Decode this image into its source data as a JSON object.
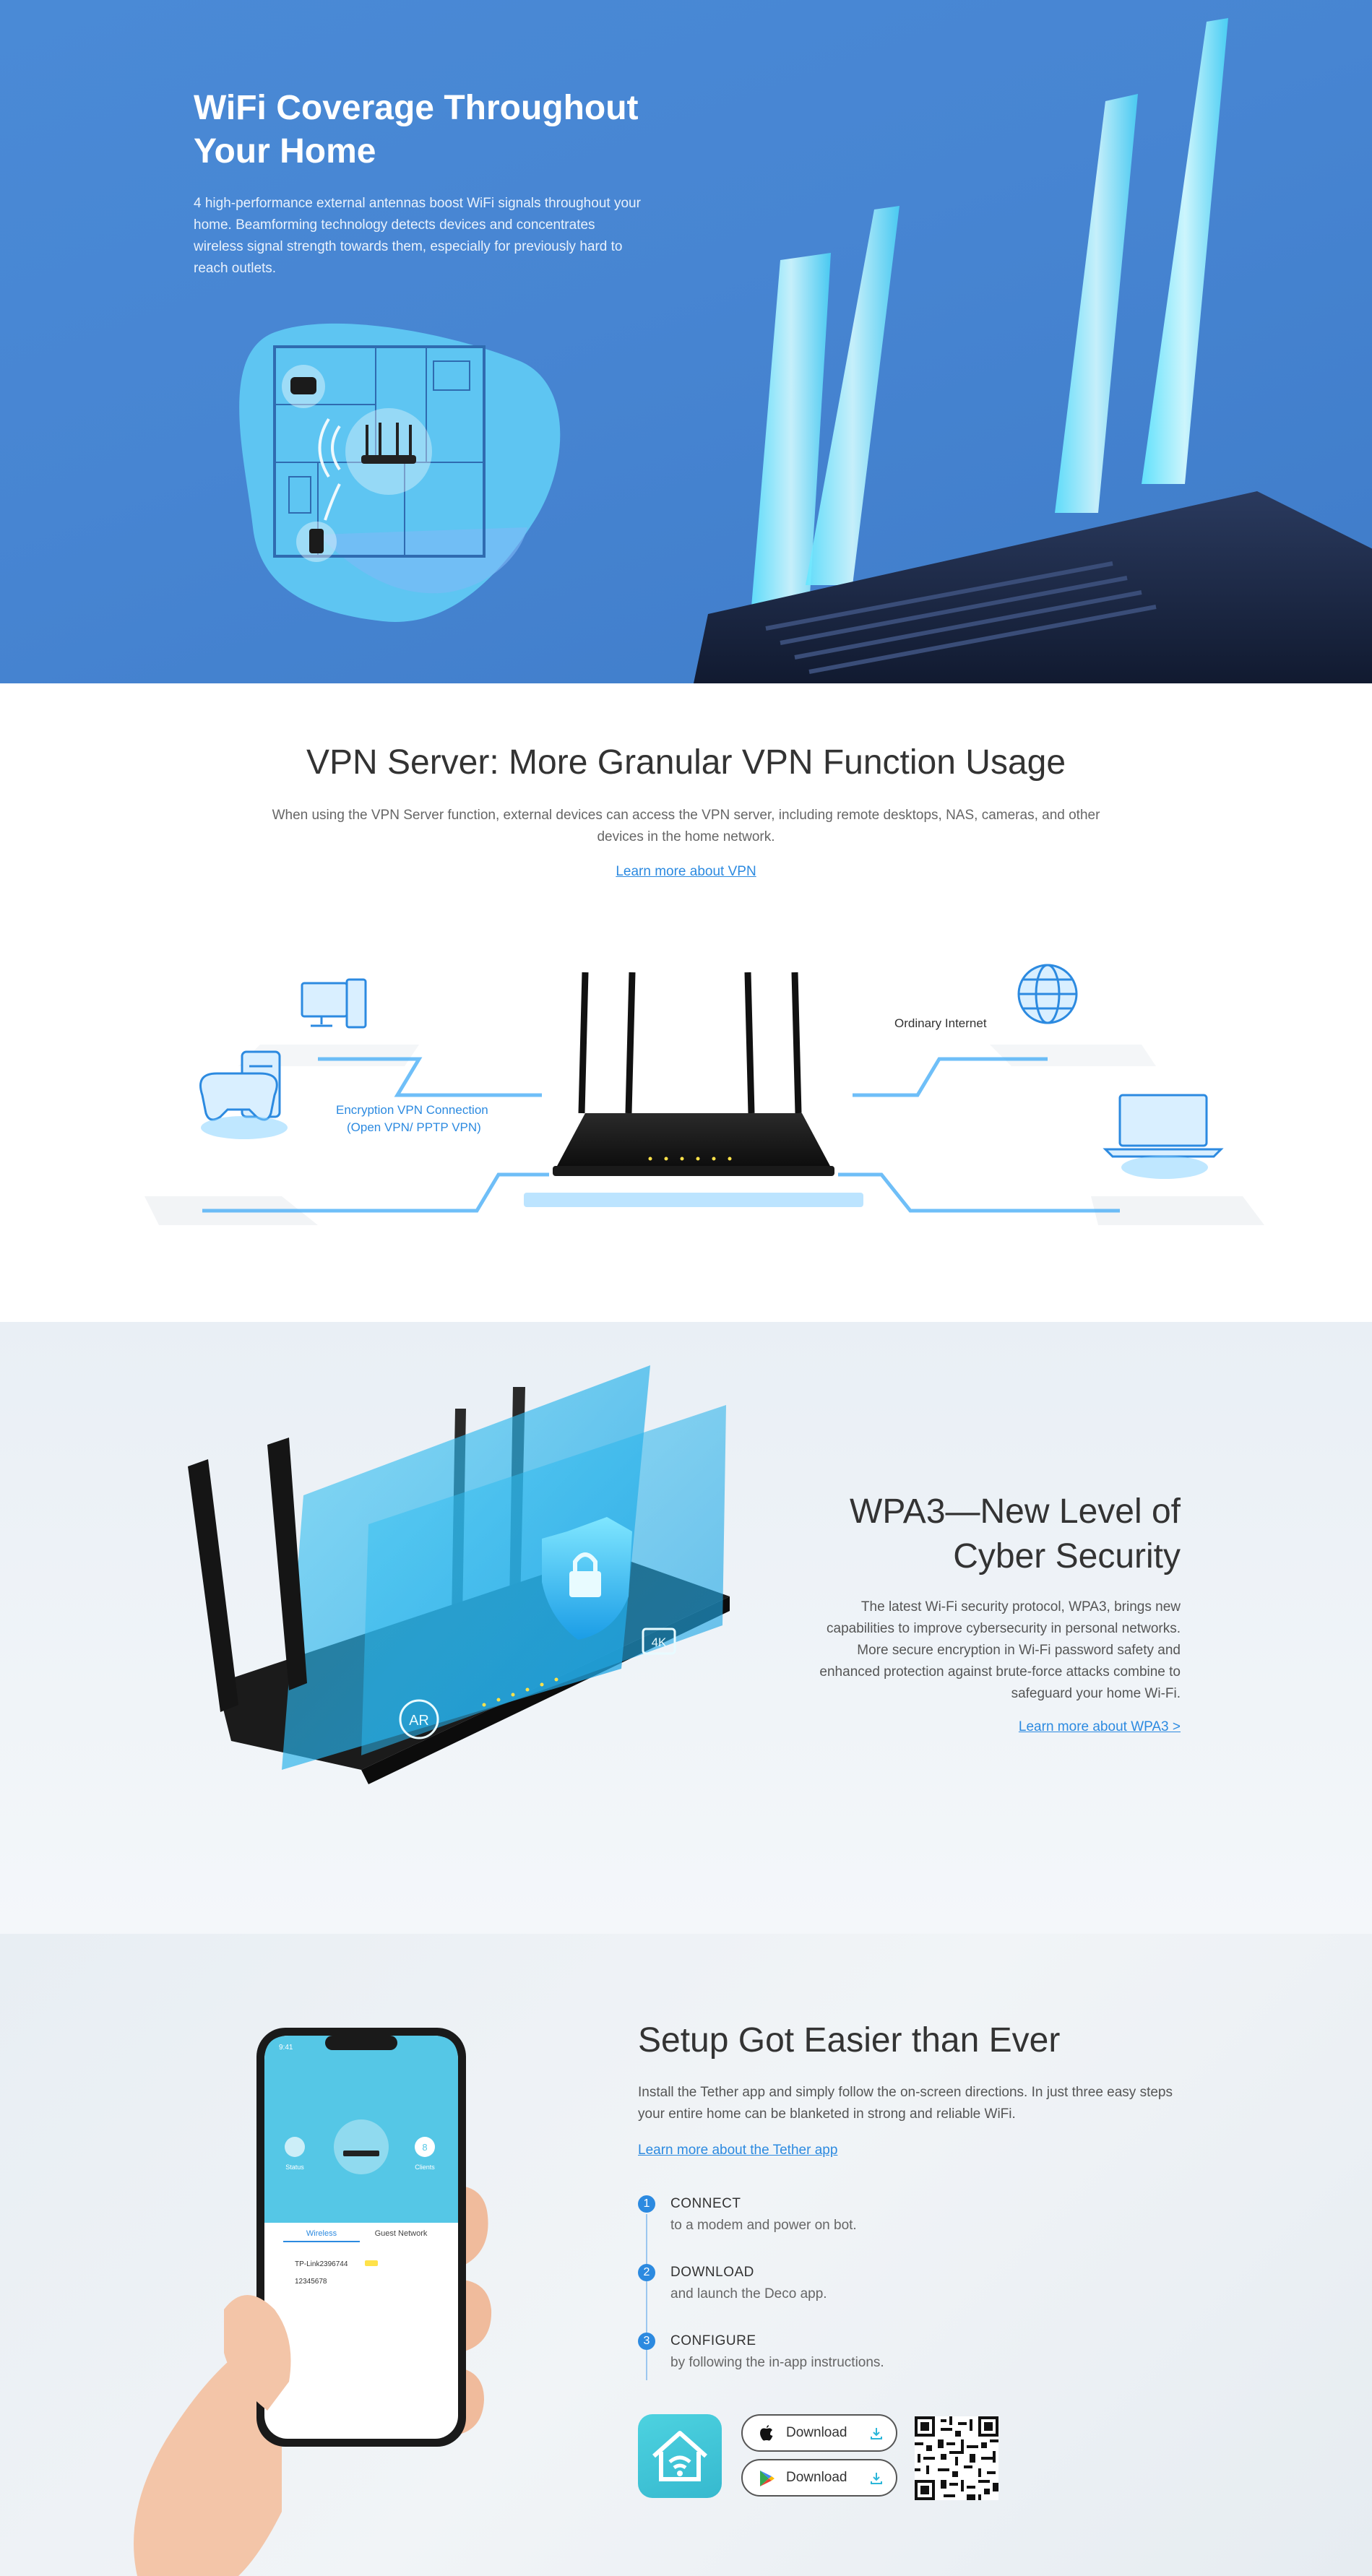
{
  "coverage": {
    "title_line1": "WiFi Coverage Throughout",
    "title_line2": "Your Home",
    "description": "4 high-performance external antennas boost WiFi signals throughout your home. Beamforming technology detects devices and concentrates wireless signal strength towards them, especially for previously hard to reach outlets."
  },
  "vpn": {
    "title": "VPN Server: More Granular VPN Function Usage",
    "description": "When using the VPN Server function, external devices can access the VPN server, including remote desktops, NAS, cameras, and other devices in the home network.",
    "link": "Learn more about VPN",
    "label_encryption_1": "Encryption VPN Connection",
    "label_encryption_2": "(Open VPN/ PPTP VPN)",
    "label_internet": "Ordinary Internet"
  },
  "wpa3": {
    "title_line1": "WPA3—New Level of",
    "title_line2": "Cyber Security",
    "description": "The latest Wi-Fi security protocol, WPA3, brings new capabilities to improve cybersecurity in personal networks. More secure encryption in Wi-Fi password safety and enhanced protection against brute-force attacks combine to safeguard your home Wi-Fi.",
    "link": "Learn more about WPA3 >",
    "art_badge_ar": "AR",
    "art_badge_4k": "4K"
  },
  "setup": {
    "title": "Setup Got Easier than Ever",
    "description": "Install the Tether app and simply follow the on-screen directions. In just three easy steps your entire home can be blanketed in strong and reliable WiFi.",
    "link": "Learn more about the Tether app",
    "steps": [
      {
        "num": "1",
        "title": "CONNECT",
        "sub": "to a modem and power on bot."
      },
      {
        "num": "2",
        "title": "DOWNLOAD",
        "sub": "and launch the Deco app."
      },
      {
        "num": "3",
        "title": "CONFIGURE",
        "sub": "by following the in-app instructions."
      }
    ],
    "store_apple": "Download",
    "store_google": "Download",
    "phone": {
      "time": "9:41",
      "status_label": "Status",
      "clients_label": "Clients",
      "clients_count": "8",
      "tab_wireless": "Wireless",
      "tab_guest": "Guest Network",
      "ssid": "TP-Link2396744",
      "password": "12345678"
    }
  },
  "colors": {
    "hero_blue": "#4785d2",
    "accent_blue": "#2c8ae0",
    "cyan": "#3fc3e8"
  }
}
